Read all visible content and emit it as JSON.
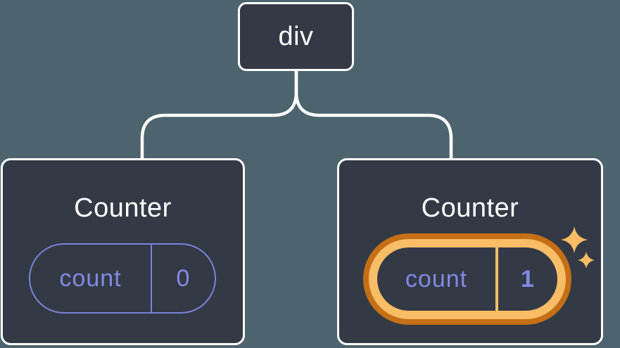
{
  "tree": {
    "root": {
      "label": "div"
    },
    "children": [
      {
        "title": "Counter",
        "state": {
          "key": "count",
          "value": "0"
        },
        "highlighted": false
      },
      {
        "title": "Counter",
        "state": {
          "key": "count",
          "value": "1"
        },
        "highlighted": true
      }
    ]
  },
  "icons": {
    "state_update": "sparkles-icon"
  },
  "colors": {
    "background": "#4d646e",
    "card_fill": "#343a45",
    "card_border": "#ffffff",
    "connector": "#ffffff",
    "state_text_purple": "#8289e4",
    "pill_border_purple": "#7c83db",
    "highlight_dark_orange": "#c56f17",
    "highlight_light_orange": "#f9bd66",
    "text_white": "#ffffff"
  }
}
